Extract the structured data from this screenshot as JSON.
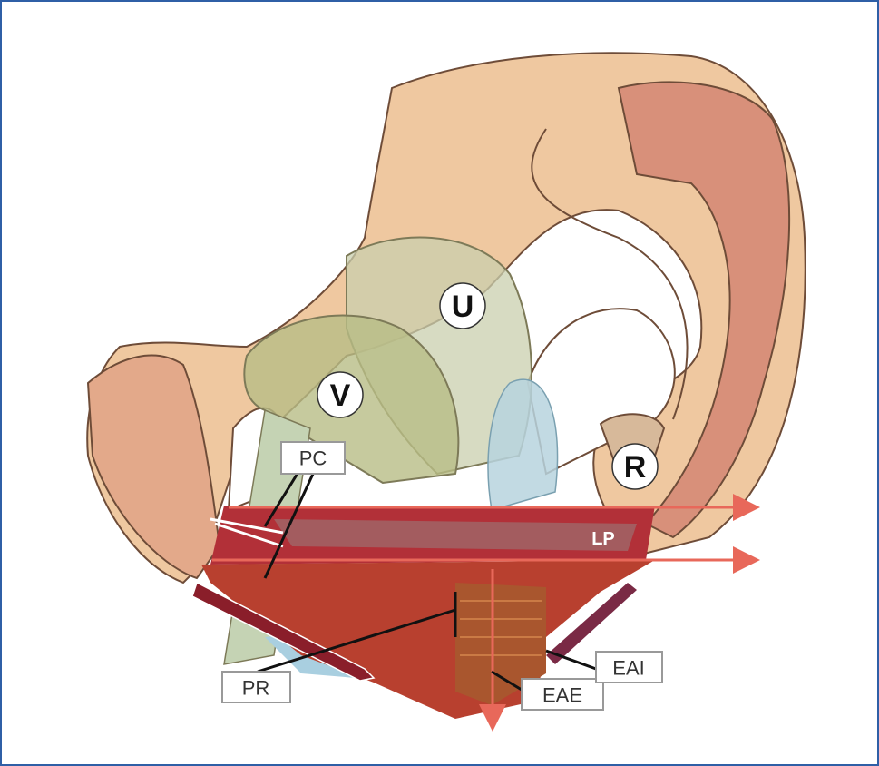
{
  "diagram": {
    "organ_labels": {
      "uterus": "U",
      "vagina": "V",
      "rectum": "R"
    },
    "muscle_labels": {
      "pc": "PC",
      "lp": "LP",
      "pr": "PR",
      "eae": "EAE",
      "eai": "EAI"
    },
    "colors": {
      "frame": "#2f5fa6",
      "bone": "#efc8a0",
      "muscle": "#b8333a",
      "arrow": "#e8685a"
    }
  }
}
